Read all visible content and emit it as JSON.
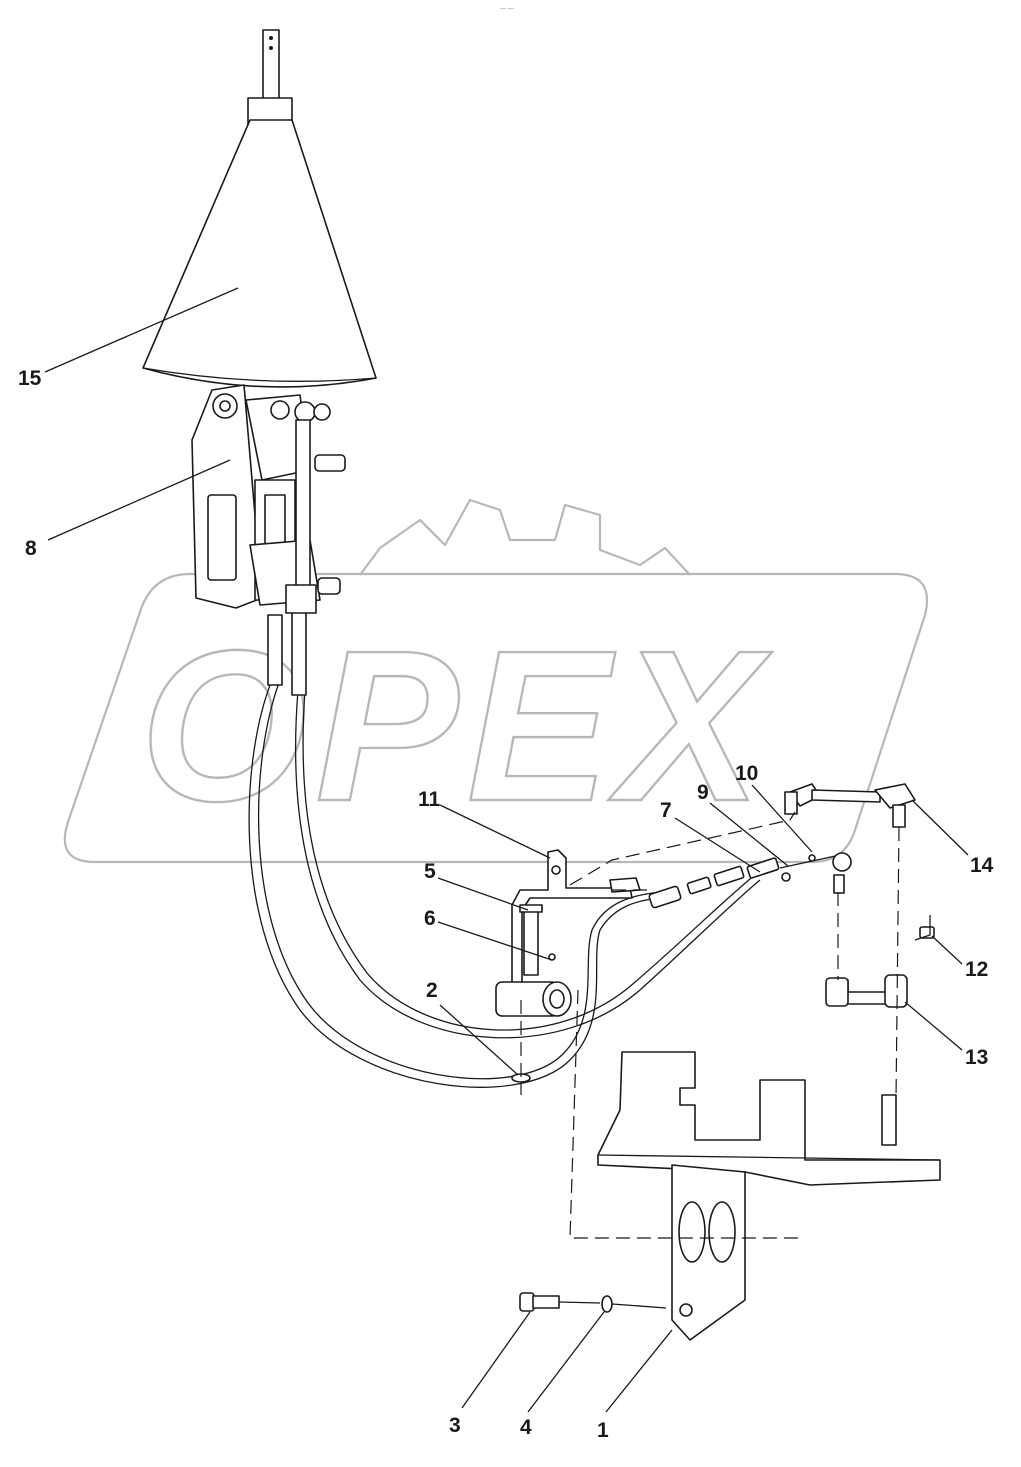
{
  "watermark": {
    "text": "OPEX"
  },
  "header_mark": "— —",
  "callouts": [
    "1",
    "2",
    "3",
    "4",
    "5",
    "6",
    "7",
    "8",
    "9",
    "10",
    "11",
    "12",
    "13",
    "14",
    "15"
  ]
}
